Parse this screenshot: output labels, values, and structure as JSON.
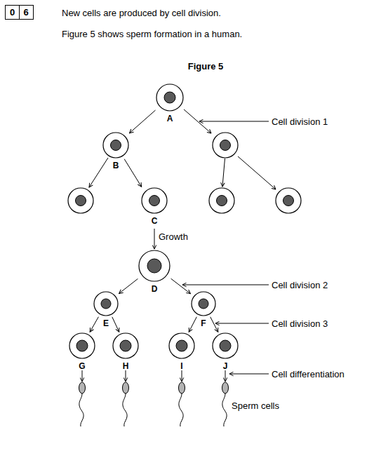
{
  "diagram": {
    "title": "Figure 5",
    "nodes": [
      {
        "text": [
          "0"
        ]
      },
      {
        "text": [
          "6"
        ]
      },
      {
        "text": [
          "A"
        ]
      },
      {
        "text": [
          "B"
        ]
      },
      {
        "text": [
          "C"
        ]
      },
      {
        "text": [
          "D"
        ]
      },
      {
        "text": [
          "E"
        ]
      },
      {
        "text": [
          "F"
        ]
      },
      {
        "text": [
          "G"
        ]
      },
      {
        "text": [
          "H"
        ]
      },
      {
        "text": [
          "I"
        ]
      },
      {
        "text": [
          "J"
        ]
      }
    ],
    "edges": [
      {
        "from": 2,
        "to": 3,
        "arrow": "to"
      },
      {
        "from": 3,
        "to": 4,
        "arrow": "to"
      },
      {
        "from": 4,
        "to": 5,
        "label": "Growth",
        "arrow": "to"
      },
      {
        "from": 5,
        "to": 6,
        "arrow": "to"
      },
      {
        "from": 5,
        "to": 7,
        "arrow": "to"
      },
      {
        "from": 6,
        "to": 8,
        "arrow": "to"
      },
      {
        "from": 6,
        "to": 9,
        "arrow": "to"
      },
      {
        "from": 7,
        "to": 10,
        "arrow": "to"
      },
      {
        "from": 7,
        "to": 11,
        "arrow": "to"
      }
    ],
    "labels": [
      "New cells are produced by cell division.",
      "Figure 5 shows sperm formation in a human.",
      "Cell division 1",
      "Cell division 2",
      "Cell division 3",
      "Cell differentiation",
      "Sperm cells"
    ]
  }
}
